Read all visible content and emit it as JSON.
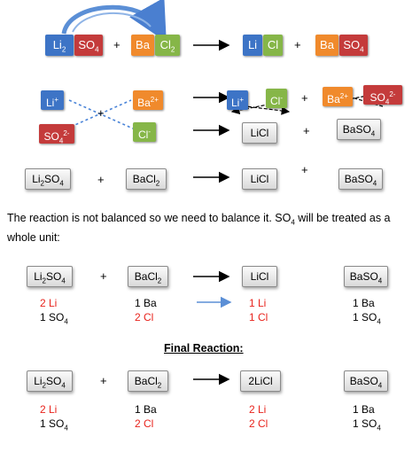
{
  "colors": {
    "li": "#3d74c6",
    "so4": "#c43b3b",
    "ba": "#f08a2c",
    "cl": "#86b648",
    "red_text": "#e8231c",
    "loop_arrow": "#5b8fd6"
  },
  "row1": {
    "li": "Li",
    "li_sub": "2",
    "so4": "SO",
    "so4_sub": "4",
    "plus1": "+",
    "ba": "Ba",
    "cl": "Cl",
    "cl_sub": "2",
    "plus2": "+",
    "li_p": "Li",
    "cl_p": "Cl",
    "ba_p": "Ba",
    "so4_p": "SO",
    "so4_p_sub": "4"
  },
  "row2": {
    "li_ion": "Li",
    "li_ion_sup": "+",
    "ba_ion": "Ba",
    "ba_ion_sup": "2+",
    "plus": "+",
    "so4_ion": "SO",
    "so4_ion_sub": "4",
    "so4_ion_sup": "2-",
    "cl_ion": "Cl",
    "cl_ion_sup": "-",
    "prod_li": "Li",
    "prod_li_sup": "+",
    "prod_cl": "Cl",
    "prod_cl_sup": "-",
    "prod_ba": "Ba",
    "prod_ba_sup": "2+",
    "prod_so4": "SO",
    "prod_so4_sub": "4",
    "prod_so4_sup": "2-",
    "plus_right": "+",
    "licl": "LiCl",
    "plus_bottom": "+",
    "baso4": "BaSO",
    "baso4_sub": "4"
  },
  "row3": {
    "li2so4": "Li",
    "li2so4_sub": "2",
    "li2so4_rest": "SO",
    "li2so4_sub2": "4",
    "plus1": "+",
    "bacl2": "BaCl",
    "bacl2_sub": "2",
    "licl": "LiCl",
    "plus2": "+",
    "baso4": "BaSO",
    "baso4_sub": "4"
  },
  "paragraph": {
    "text_a": "The reaction is not balanced so we need to balance it. SO",
    "sub": "4",
    "text_b": " will be treated as a whole unit:"
  },
  "balance1": {
    "li2so4": "Li",
    "li2so4_sub": "2",
    "li2so4_rest": "SO",
    "li2so4_sub2": "4",
    "plus": "+",
    "bacl2": "BaCl",
    "bacl2_sub": "2",
    "licl": "LiCl",
    "baso4": "BaSO",
    "baso4_sub": "4",
    "c1_l1": "2 Li",
    "c1_l2": "1 SO",
    "c1_l2_sub": "4",
    "c2_l1": "1 Ba",
    "c2_l2": "2 Cl",
    "c3_l1": "1 Li",
    "c3_l2": "1 Cl",
    "c4_l1": "1 Ba",
    "c4_l2": "1 SO",
    "c4_l2_sub": "4"
  },
  "final_title": "Final Reaction:",
  "final": {
    "li2so4": "Li",
    "li2so4_sub": "2",
    "li2so4_rest": "SO",
    "li2so4_sub2": "4",
    "plus": "+",
    "bacl2": "BaCl",
    "bacl2_sub": "2",
    "licl": "2LiCl",
    "baso4": "BaSO",
    "baso4_sub": "4",
    "c1_l1": "2 Li",
    "c1_l2": "1 SO",
    "c1_l2_sub": "4",
    "c2_l1": "1 Ba",
    "c2_l2": "2 Cl",
    "c3_l1": "2 Li",
    "c3_l2": "2 Cl",
    "c4_l1": "1 Ba",
    "c4_l2": "1 SO",
    "c4_l2_sub": "4"
  }
}
